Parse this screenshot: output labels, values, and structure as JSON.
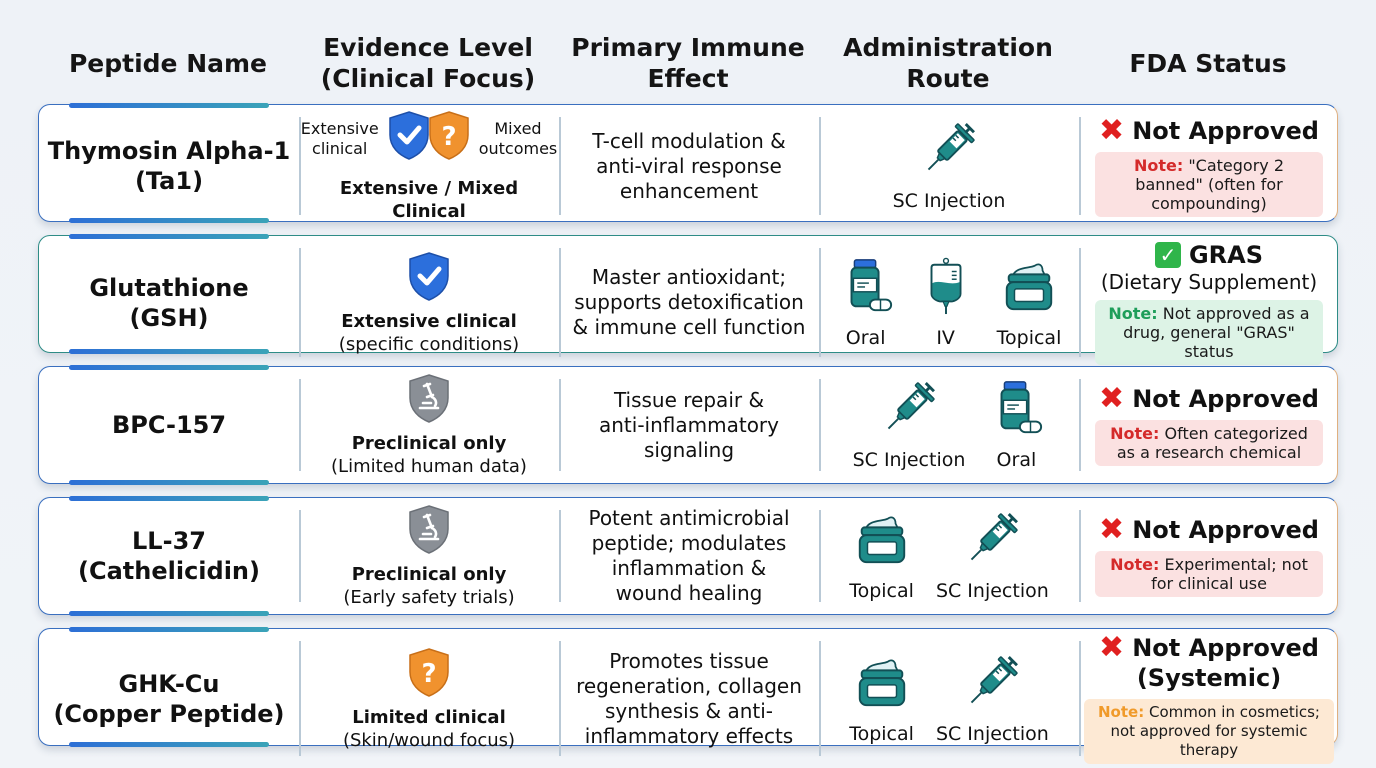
{
  "header": {
    "columns": [
      "Peptide Name",
      "Evidence Level\n(Clinical Focus)",
      "Primary Immune\nEffect",
      "Administration\nRoute",
      "FDA Status"
    ]
  },
  "colors": {
    "shield_blue": "#2c6fdc",
    "shield_orange": "#f0922e",
    "shield_gray": "#8a8f96",
    "route_teal": "#1f8c8a",
    "not_approved_red": "#e02020",
    "gras_green": "#2fb54a",
    "row_border": "#3a6fbf"
  },
  "rows": [
    {
      "name": "Thymosin Alpha-1",
      "name_sub": "(Ta1)",
      "evidence": {
        "icon": "dual-shield-check-question-icon",
        "left_label": "Extensive\nclinical",
        "right_label": "Mixed\noutcomes",
        "title": "Extensive / Mixed Clinical",
        "subtitle": ""
      },
      "effect": "T-cell modulation &\nanti-viral response\nenhancement",
      "routes": [
        {
          "icon": "syringe-icon",
          "label": "SC Injection"
        }
      ],
      "fda": {
        "icon": "x-mark-icon",
        "status": "Not Approved",
        "status_sub": "",
        "note_label": "Note:",
        "note_text": " \"Category 2 banned\" (often for compounding)",
        "note_color": "red"
      }
    },
    {
      "name": "Glutathione",
      "name_sub": "(GSH)",
      "evidence": {
        "icon": "shield-check-icon",
        "title": "Extensive clinical",
        "subtitle": "(specific conditions)"
      },
      "effect": "Master antioxidant;\nsupports detoxification\n& immune cell function",
      "routes": [
        {
          "icon": "pill-bottle-icon",
          "label": "Oral"
        },
        {
          "icon": "iv-bag-icon",
          "label": "IV"
        },
        {
          "icon": "cream-jar-icon",
          "label": "Topical"
        }
      ],
      "fda": {
        "icon": "check-box-icon",
        "status": "GRAS",
        "status_sub": "(Dietary Supplement)",
        "note_label": "Note:",
        "note_text": " Not approved as a drug, general \"GRAS\" status",
        "note_color": "green"
      }
    },
    {
      "name": "BPC-157",
      "name_sub": "",
      "evidence": {
        "icon": "shield-microscope-icon",
        "title": "Preclinical only",
        "subtitle": "(Limited human data)"
      },
      "effect": "Tissue repair &\nanti-inflammatory\nsignaling",
      "routes": [
        {
          "icon": "syringe-icon",
          "label": "SC Injection"
        },
        {
          "icon": "pill-bottle-icon",
          "label": "Oral"
        }
      ],
      "fda": {
        "icon": "x-mark-icon",
        "status": "Not Approved",
        "status_sub": "",
        "note_label": "Note:",
        "note_text": " Often categorized as a research chemical",
        "note_color": "red"
      }
    },
    {
      "name": "LL-37",
      "name_sub": "(Cathelicidin)",
      "evidence": {
        "icon": "shield-microscope-icon",
        "title": "Preclinical only",
        "subtitle": "(Early safety trials)"
      },
      "effect": "Potent antimicrobial\npeptide; modulates\ninflammation &\nwound healing",
      "routes": [
        {
          "icon": "cream-jar-icon",
          "label": "Topical"
        },
        {
          "icon": "syringe-icon",
          "label": "SC Injection"
        }
      ],
      "fda": {
        "icon": "x-mark-icon",
        "status": "Not Approved",
        "status_sub": "",
        "note_label": "Note:",
        "note_text": " Experimental; not for clinical use",
        "note_color": "red"
      }
    },
    {
      "name": "GHK-Cu",
      "name_sub": "(Copper Peptide)",
      "evidence": {
        "icon": "shield-question-icon",
        "title": "Limited clinical",
        "subtitle": "(Skin/wound focus)"
      },
      "effect": "Promotes tissue\nregeneration, collagen\nsynthesis & anti-\ninflammatory effects",
      "routes": [
        {
          "icon": "cream-jar-icon",
          "label": "Topical"
        },
        {
          "icon": "syringe-icon",
          "label": "SC Injection"
        }
      ],
      "fda": {
        "icon": "x-mark-icon",
        "status": "Not Approved",
        "status_sub": "(Systemic)",
        "note_label": "Note:",
        "note_text": " Common in cosmetics; not approved for systemic therapy",
        "note_color": "amber"
      }
    }
  ]
}
